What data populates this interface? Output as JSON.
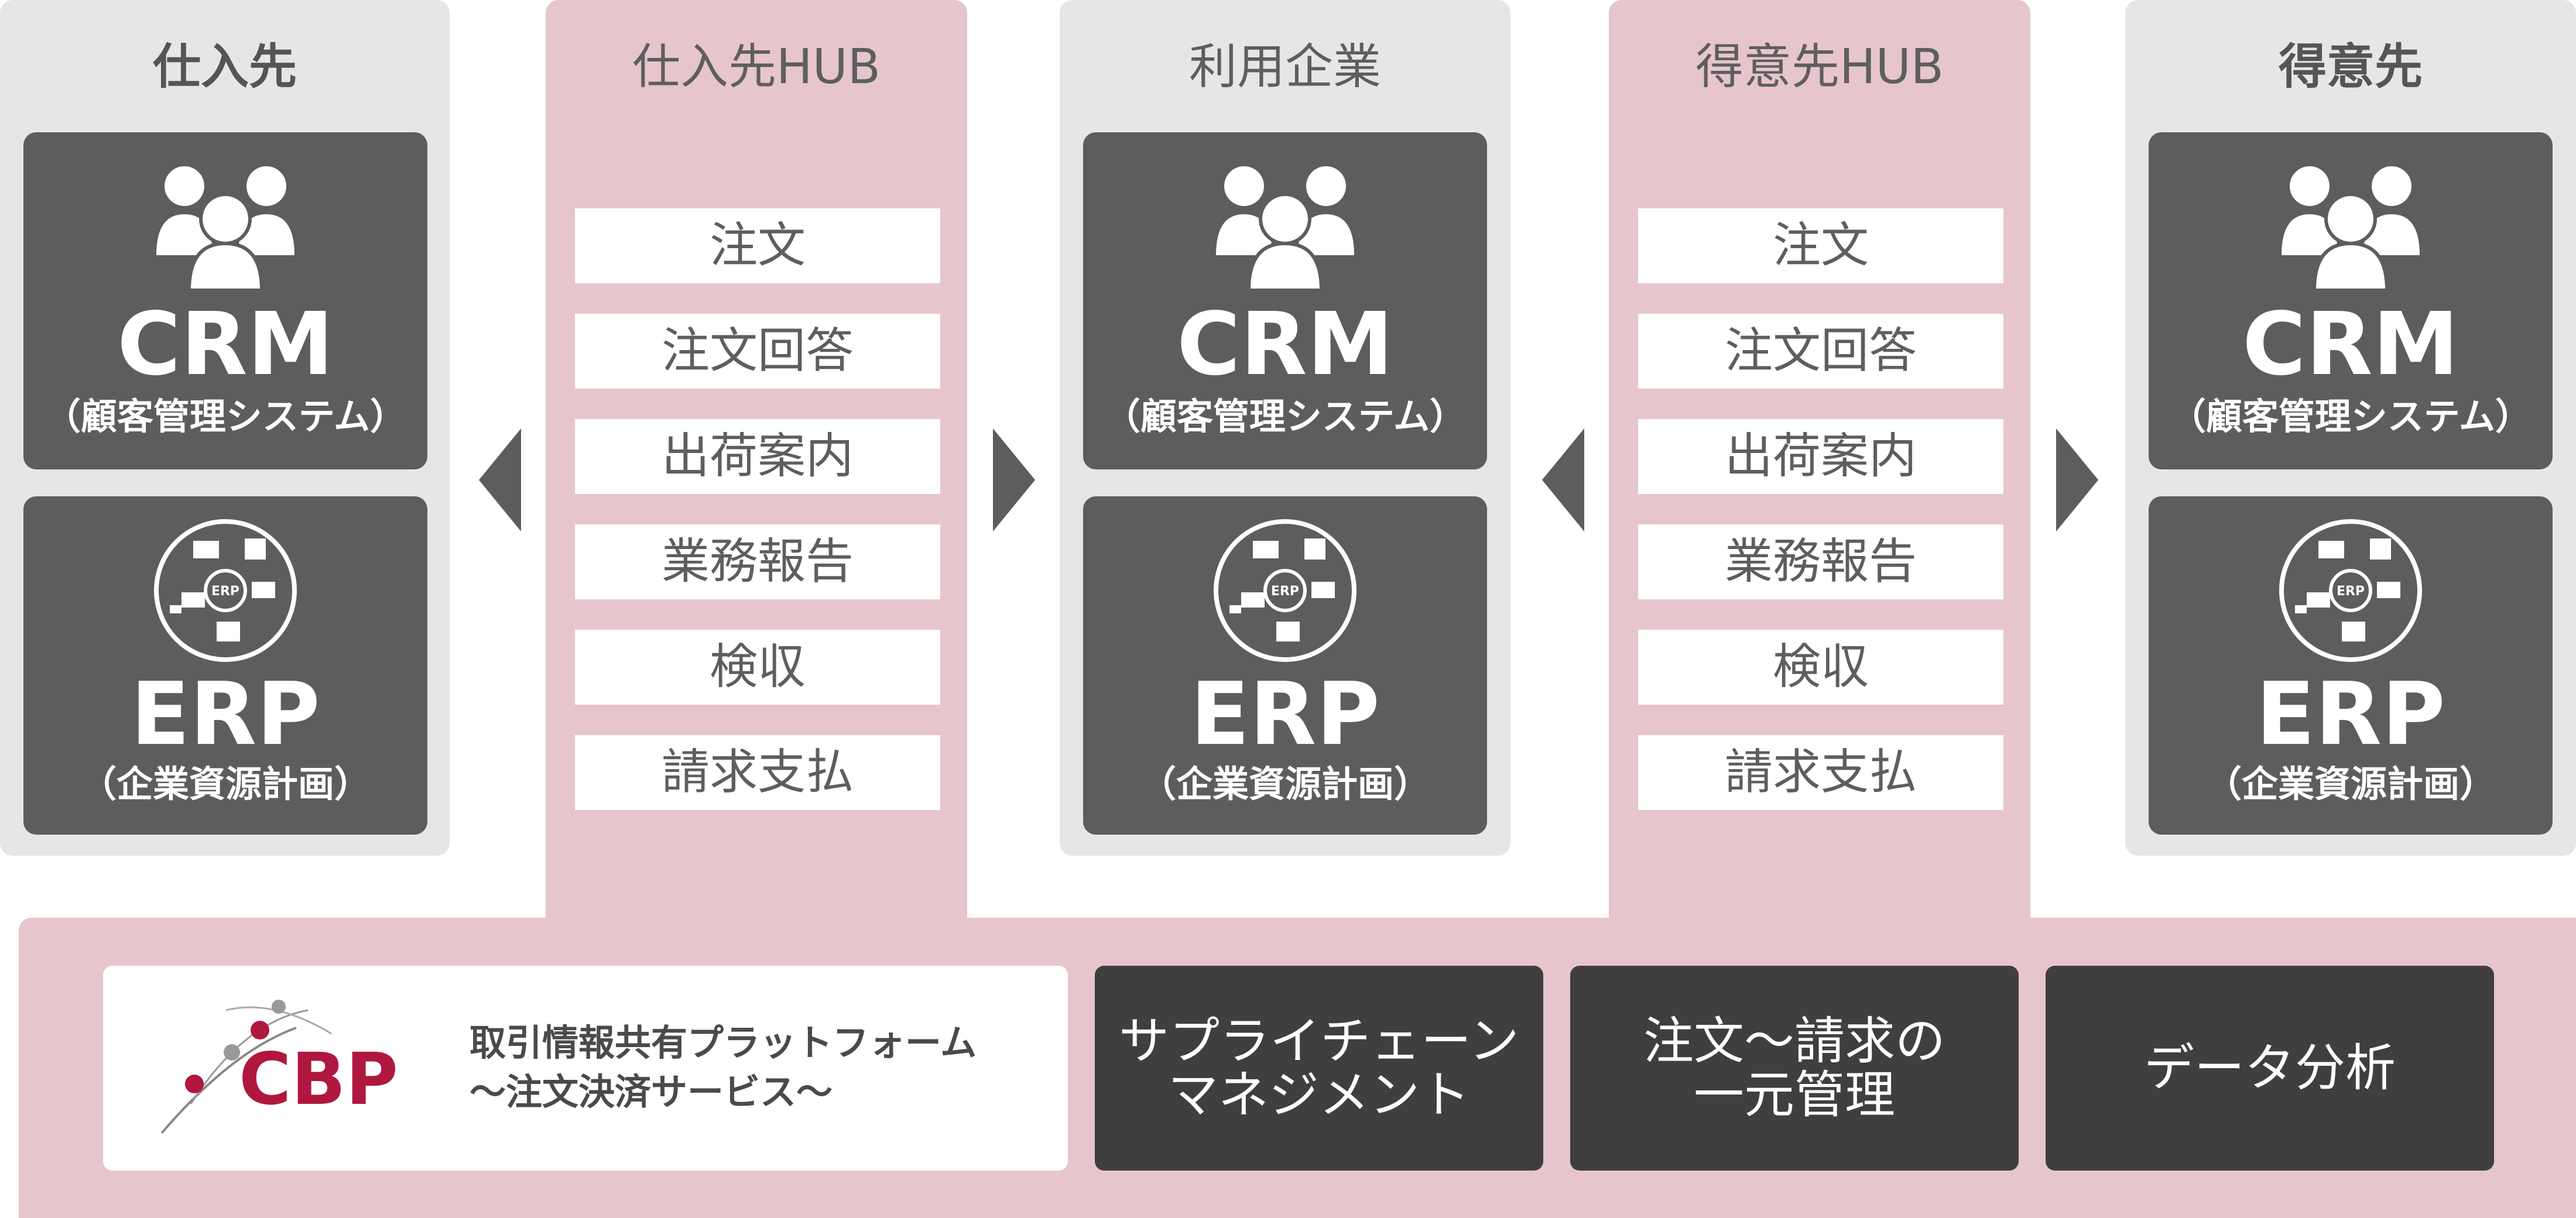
{
  "columns": {
    "supplier": {
      "title": "仕入先",
      "crm": {
        "name": "CRM",
        "sub": "（顧客管理システム）"
      },
      "erp": {
        "name": "ERP",
        "sub": "（企業資源計画）",
        "icon_label": "ERP"
      }
    },
    "supplier_hub": {
      "title": "仕入先HUB",
      "items": [
        "注文",
        "注文回答",
        "出荷案内",
        "業務報告",
        "検収",
        "請求支払"
      ]
    },
    "user_company": {
      "title": "利用企業",
      "crm": {
        "name": "CRM",
        "sub": "（顧客管理システム）"
      },
      "erp": {
        "name": "ERP",
        "sub": "（企業資源計画）",
        "icon_label": "ERP"
      }
    },
    "customer_hub": {
      "title": "得意先HUB",
      "items": [
        "注文",
        "注文回答",
        "出荷案内",
        "業務報告",
        "検収",
        "請求支払"
      ]
    },
    "customer": {
      "title": "得意先",
      "crm": {
        "name": "CRM",
        "sub": "（顧客管理システム）"
      },
      "erp": {
        "name": "ERP",
        "sub": "（企業資源計画）",
        "icon_label": "ERP"
      }
    }
  },
  "platform": {
    "logo_text": "CBP",
    "title_line1": "取引情報共有プラットフォーム",
    "title_line2": "～注文決済サービス～",
    "features": [
      {
        "line1": "サプライチェーン",
        "line2": "マネジメント"
      },
      {
        "line1": "注文～請求の",
        "line2": "一元管理"
      },
      {
        "line1": "データ分析",
        "line2": ""
      }
    ]
  },
  "colors": {
    "gray_column": "#e6e6e6",
    "pink_column": "#e7c5cd",
    "dark_box": "#5e5c5d",
    "feature_box": "#3f3f3f",
    "brand_red": "#b0173e"
  },
  "icons": [
    "people-icon",
    "erp-cycle-icon",
    "arrow-left-icon",
    "arrow-right-icon",
    "cbp-logo"
  ]
}
